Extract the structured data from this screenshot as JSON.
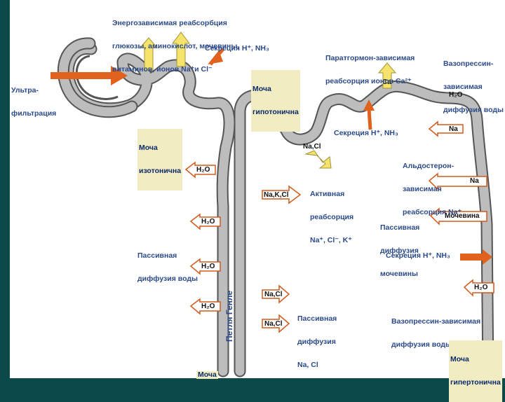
{
  "colors": {
    "background": "#0c4a4a",
    "tube": "#b9b9b9",
    "orange_arrow": "#e0621c",
    "yellow_arrow": "#f5e36b",
    "label_bg": "#f2ecc2",
    "label_text": "#2b4a8a"
  },
  "labels": {
    "energy_reabs": [
      "Энергозависимая реабсорбция",
      "глюкозы, аминокислот, мочевины,",
      "витаминов, ионов Na⁺и Cl⁻"
    ],
    "ultra": [
      "Ультра-",
      "фильтрация"
    ],
    "secretion_top": "Секреция H⁺, NH₃",
    "urine_isotonic": [
      "Моча",
      "изотонична"
    ],
    "urine_hypotonic": [
      "Моча",
      "гипотонична"
    ],
    "pth": [
      "Паратгормон-зависимая",
      "реабсорция ионов Ca²⁺"
    ],
    "vasopressin_top": [
      "Вазопрессин-",
      "зависимая",
      "диффузия воды"
    ],
    "secretion_mid": "Секреция H⁺, NH₃",
    "aldosterone": [
      "Альдостерон-",
      "зависимая",
      "реабсорция Na⁺"
    ],
    "active_reabs": [
      "Активная",
      "реабсорция",
      "Na⁺, Cl⁻, K⁺"
    ],
    "passive_urea": [
      "Пассивная",
      "диффузия",
      "мочевины"
    ],
    "secretion_low": "Секреция H⁺, NH₃",
    "passive_water": [
      "Пассивная",
      "диффузия воды"
    ],
    "passive_nacl": [
      "Пассивная",
      "диффузия",
      "Na, Cl"
    ],
    "vasopressin_low": [
      "Вазопрессин-зависимая",
      "диффузия воды"
    ],
    "loop_henle": "Петля Генле",
    "urine_hypertonic": [
      "Моча",
      "гипертонична"
    ],
    "urine_bottom": "Моча"
  },
  "boxes": {
    "h2o_1": "H₂O",
    "h2o_2": "H₂O",
    "h2o_3": "H₂O",
    "h2o_4": "H₂O",
    "nakcl": "Na,K,Cl",
    "nacl_1": "Na,Cl",
    "nacl_2": "Na,Cl",
    "ca": "Ca",
    "h2o_right": "H₂O",
    "na_1": "Na",
    "na_2": "Na",
    "urea": "Мочевина",
    "h2o_right2": "H₂O",
    "nacl_free": "Na,Cl"
  }
}
